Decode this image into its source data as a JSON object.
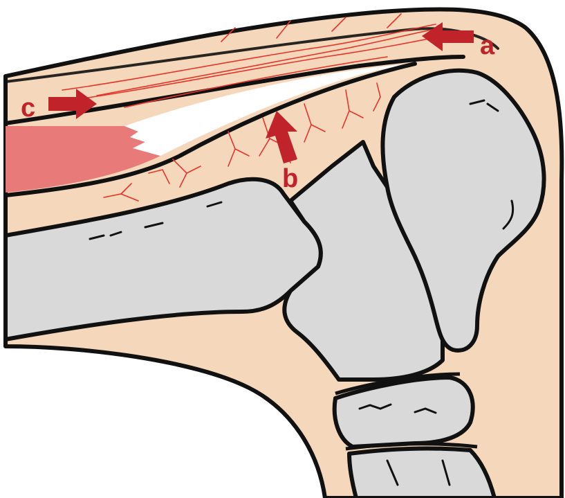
{
  "labels": {
    "a": "a",
    "b": "b",
    "c": "c"
  },
  "colors": {
    "skin": "#f5d7bb",
    "bone": "#d9d9d9",
    "outline": "#111111",
    "arrow": "#c0232a",
    "vessels": "#e8332a",
    "muscle": "#e87a7a",
    "tendon": "#ffffff",
    "background": "#ffffff"
  }
}
